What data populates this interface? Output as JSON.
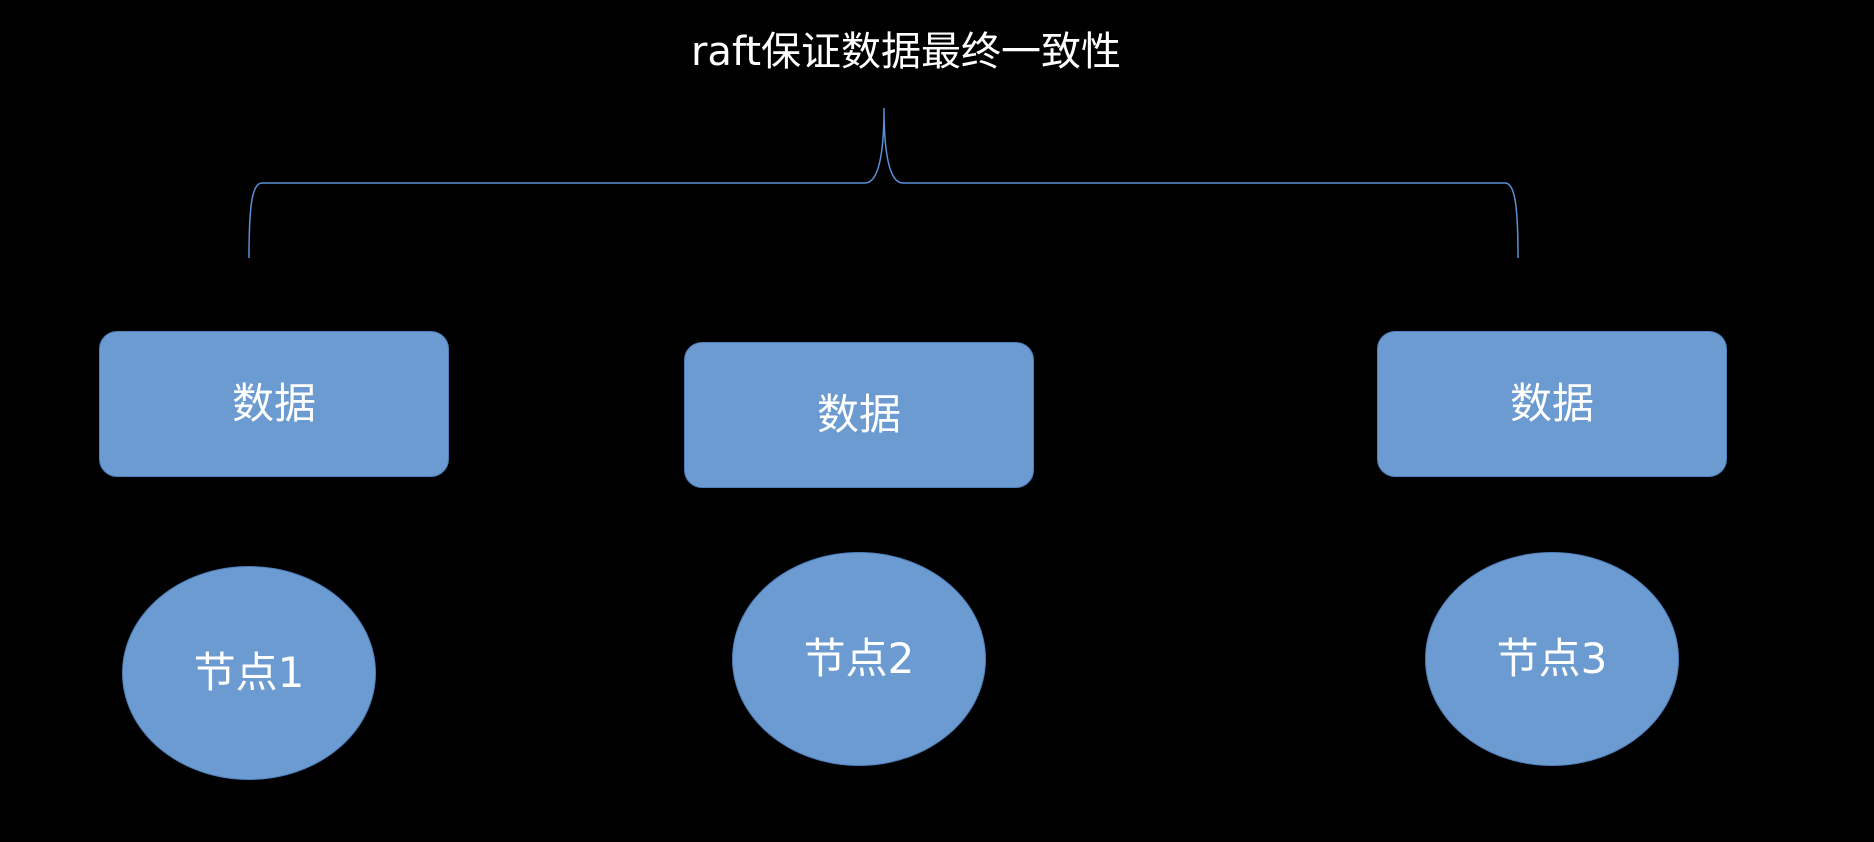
{
  "title": "raft保证数据最终一致性",
  "colors": {
    "background": "#000000",
    "shape_fill": "#6b9bd1",
    "shape_border": "#4f7fba",
    "brace_stroke": "#5b8fd6",
    "text": "#ffffff"
  },
  "data_boxes": [
    {
      "label": "数据"
    },
    {
      "label": "数据"
    },
    {
      "label": "数据"
    }
  ],
  "nodes": [
    {
      "label": "节点1"
    },
    {
      "label": "节点2"
    },
    {
      "label": "节点3"
    }
  ]
}
